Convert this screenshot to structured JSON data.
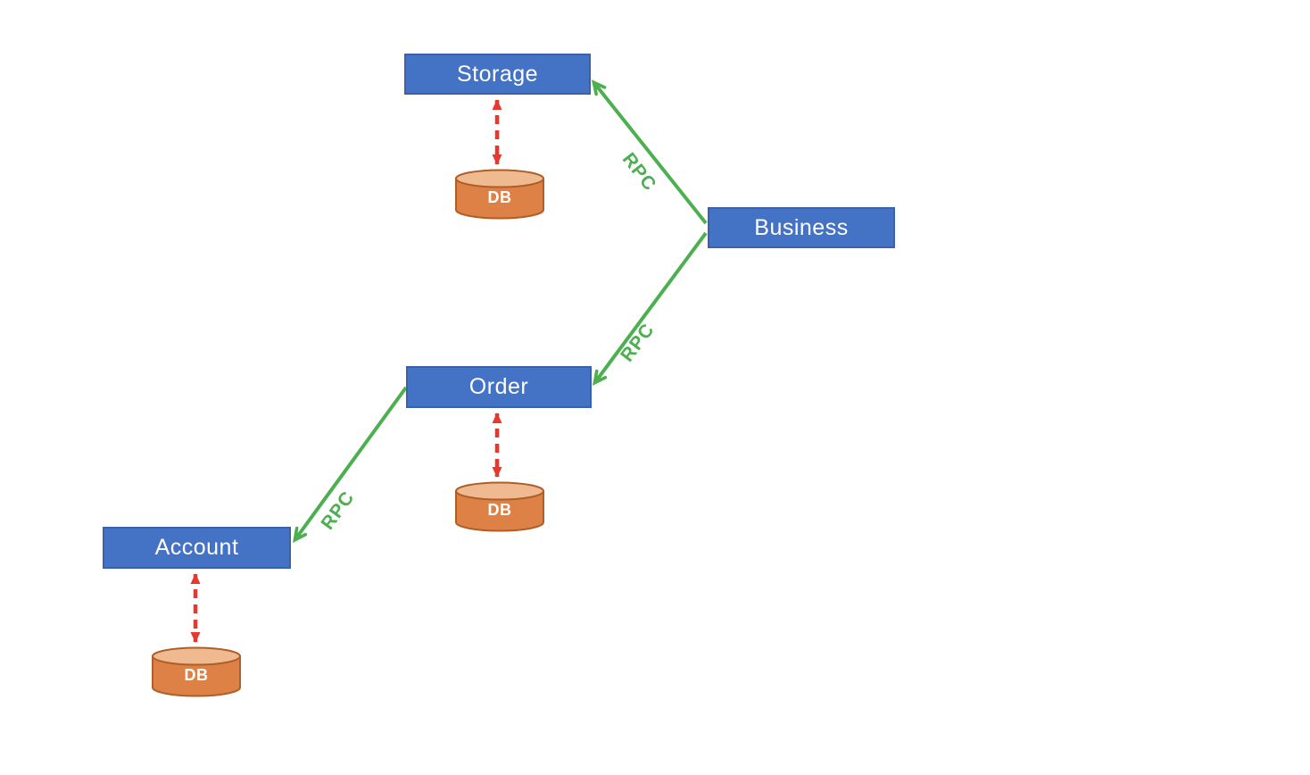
{
  "nodes": {
    "storage": {
      "label": "Storage"
    },
    "business": {
      "label": "Business"
    },
    "order": {
      "label": "Order"
    },
    "account": {
      "label": "Account"
    }
  },
  "databases": {
    "storage_db": {
      "label": "DB"
    },
    "order_db": {
      "label": "DB"
    },
    "account_db": {
      "label": "DB"
    }
  },
  "edges": {
    "business_to_storage": {
      "label": "RPC",
      "type": "rpc-call"
    },
    "business_to_order": {
      "label": "RPC",
      "type": "rpc-call"
    },
    "order_to_account": {
      "label": "RPC",
      "type": "rpc-call"
    }
  },
  "colors": {
    "service_fill": "#4472C4",
    "service_border": "#3961AD",
    "service_text": "#FFFFFF",
    "db_body": "#DE8146",
    "db_top": "#F0BA90",
    "db_border": "#AE5E27",
    "db_text": "#FFFFFF",
    "rpc_arrow": "#4CAF50",
    "db_link_arrow": "#E8382D",
    "background": "#FFFFFF"
  }
}
